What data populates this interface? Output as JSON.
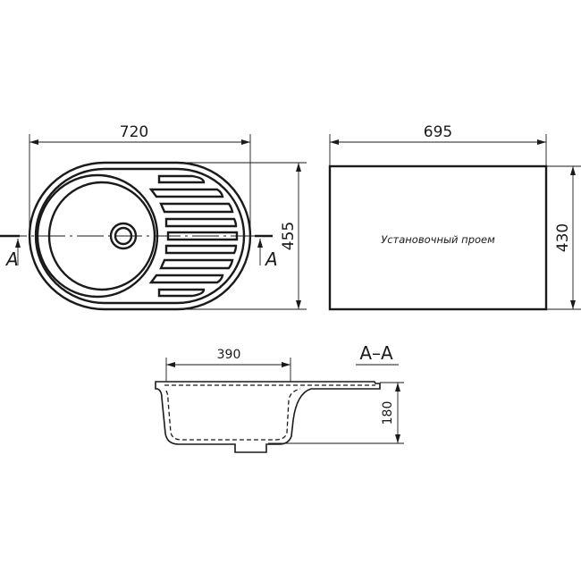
{
  "top_view": {
    "width_label": "720",
    "height_label": "455",
    "section_mark_left": "A",
    "section_mark_right": "A"
  },
  "cutout": {
    "width_label": "695",
    "height_label": "430",
    "caption": "Установочный проем"
  },
  "section": {
    "title": "A–A",
    "bowl_width_label": "390",
    "depth_label": "180"
  },
  "colors": {
    "line": "#1a1a1a",
    "background": "#ffffff"
  }
}
